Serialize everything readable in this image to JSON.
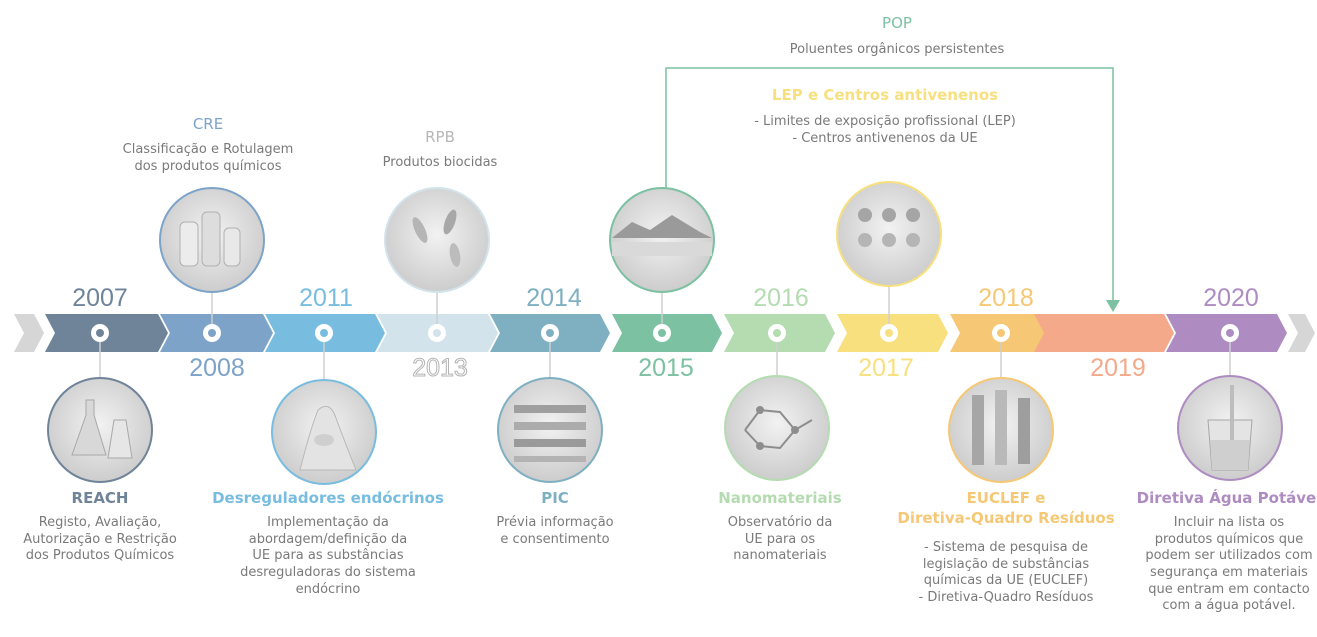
{
  "colors": {
    "reach": "#6f8499",
    "cre": "#7ea3c9",
    "endocrine": "#78bde0",
    "rpb": "#d3e3ec",
    "pic": "#7fb0c2",
    "pop": "#7cc1a2",
    "nano": "#b4dcb0",
    "lep": "#f8e07f",
    "euclef": "#f6c875",
    "year2019": "#f4a98a",
    "water": "#ae8cc2",
    "end_chevron": "#d6d6d6"
  },
  "milestones": [
    {
      "key": "reach",
      "year": "2007",
      "title": "REACH",
      "desc": [
        "Registo, Avaliação,",
        "Autorização e Restrição",
        "dos Produtos Químicos"
      ],
      "image_icon": "laboratory-flasks-icon"
    },
    {
      "key": "cre",
      "year": "2008",
      "title": "CRE",
      "desc": [
        "Classificação e Rotulagem",
        "dos produtos químicos"
      ],
      "image_icon": "chemical-bottles-icon"
    },
    {
      "key": "endocrine",
      "year": "2011",
      "title": "Desreguladores endócrinos",
      "desc": [
        "Implementação da",
        "abordagem/definição da",
        "UE para as substâncias",
        "desreguladoras do sistema",
        "endócrino"
      ],
      "image_icon": "thyroid-icon"
    },
    {
      "key": "rpb",
      "year": "2013",
      "title": "RPB",
      "desc": [
        "Produtos biocidas"
      ],
      "image_icon": "bacteria-icon"
    },
    {
      "key": "pic",
      "year": "2014",
      "title": "PIC",
      "desc": [
        "Prévia informação",
        "e consentimento"
      ],
      "image_icon": "warehouse-icon"
    },
    {
      "key": "pop",
      "year": "2015",
      "title": "POP",
      "desc": [
        "Poluentes orgânicos persistentes"
      ],
      "image_icon": "lake-landscape-icon"
    },
    {
      "key": "nano",
      "year": "2016",
      "title": "Nanomateriais",
      "desc": [
        "Observatório da",
        "UE para os",
        "nanomateriais"
      ],
      "image_icon": "molecule-structure-icon"
    },
    {
      "key": "lep",
      "year": "2017",
      "title": "LEP e Centros antivenenos",
      "desc": [
        "- Limites de exposição profissional (LEP)",
        "- Centros antivenenos da UE"
      ],
      "image_icon": "test-tubes-icon"
    },
    {
      "key": "euclef",
      "year": "2018",
      "title": "EUCLEF e",
      "title2": "Diretiva-Quadro Resíduos",
      "desc": [
        "- Sistema de pesquisa de",
        "legislação de substâncias",
        "químicas da UE (EUCLEF)",
        "- Diretiva-Quadro Resíduos"
      ],
      "image_icon": "industrial-pipes-icon"
    },
    {
      "key": "year2019",
      "year": "2019"
    },
    {
      "key": "water",
      "year": "2020",
      "title": "Diretiva Água Potável",
      "desc": [
        "Incluir na lista os",
        "produtos químicos que",
        "podem ser utilizados com",
        "segurança em materiais",
        "que entram em contacto",
        "com a água potável."
      ],
      "image_icon": "water-glass-icon"
    }
  ]
}
